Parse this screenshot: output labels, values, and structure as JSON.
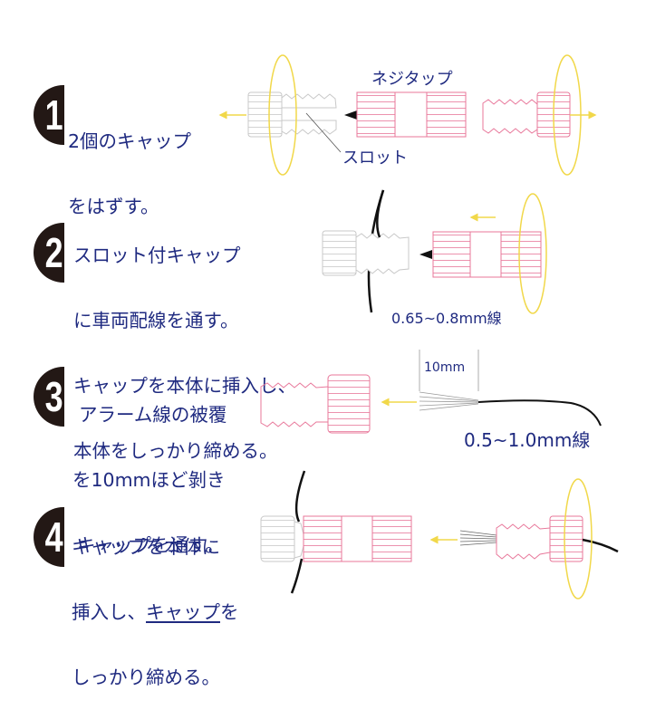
{
  "colors": {
    "text": "#1f2a80",
    "badge": "#231815",
    "tap_outline": "#e8779a",
    "cap_outline": "#c8c8c8",
    "rotation_arrow": "#f1d84a",
    "wire": "#111111"
  },
  "steps": [
    {
      "number": "1",
      "lines": [
        "2個のキャップ",
        "をはずす。"
      ],
      "labels": {
        "tap": "ネジタップ",
        "slot": "スロット"
      }
    },
    {
      "number": "2",
      "lines": [
        "スロット付キャップ",
        "に車両配線を通す。",
        "キャップを本体に挿入し、",
        "本体をしっかり締める。"
      ],
      "labels": {
        "wire_gauge": "0.65~0.8mm線"
      }
    },
    {
      "number": "3",
      "lines": [
        "アラーム線の被覆",
        "を10mmほど剝き",
        "キャップを通す。"
      ],
      "labels": {
        "strip_length": "10mm",
        "wire_gauge": "0.5~1.0mm線"
      }
    },
    {
      "number": "4",
      "lines_parts": {
        "line1": "キャップを本体に",
        "line2_pre": "挿入し、",
        "line2_underlined": "キャップ",
        "line2_post": "を",
        "line3": "しっかり締める。"
      }
    }
  ]
}
